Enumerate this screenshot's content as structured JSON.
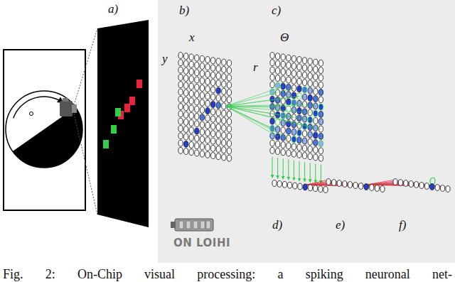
{
  "diagram": {
    "caption": "Fig. 2: On-Chip visual processing: a spiking neuronal net-",
    "labels": [
      "a)",
      "b)",
      "x",
      "y",
      "c)",
      "Θ",
      "r",
      "d)",
      "e)",
      "f)",
      "ON LOIHI"
    ]
  }
}
